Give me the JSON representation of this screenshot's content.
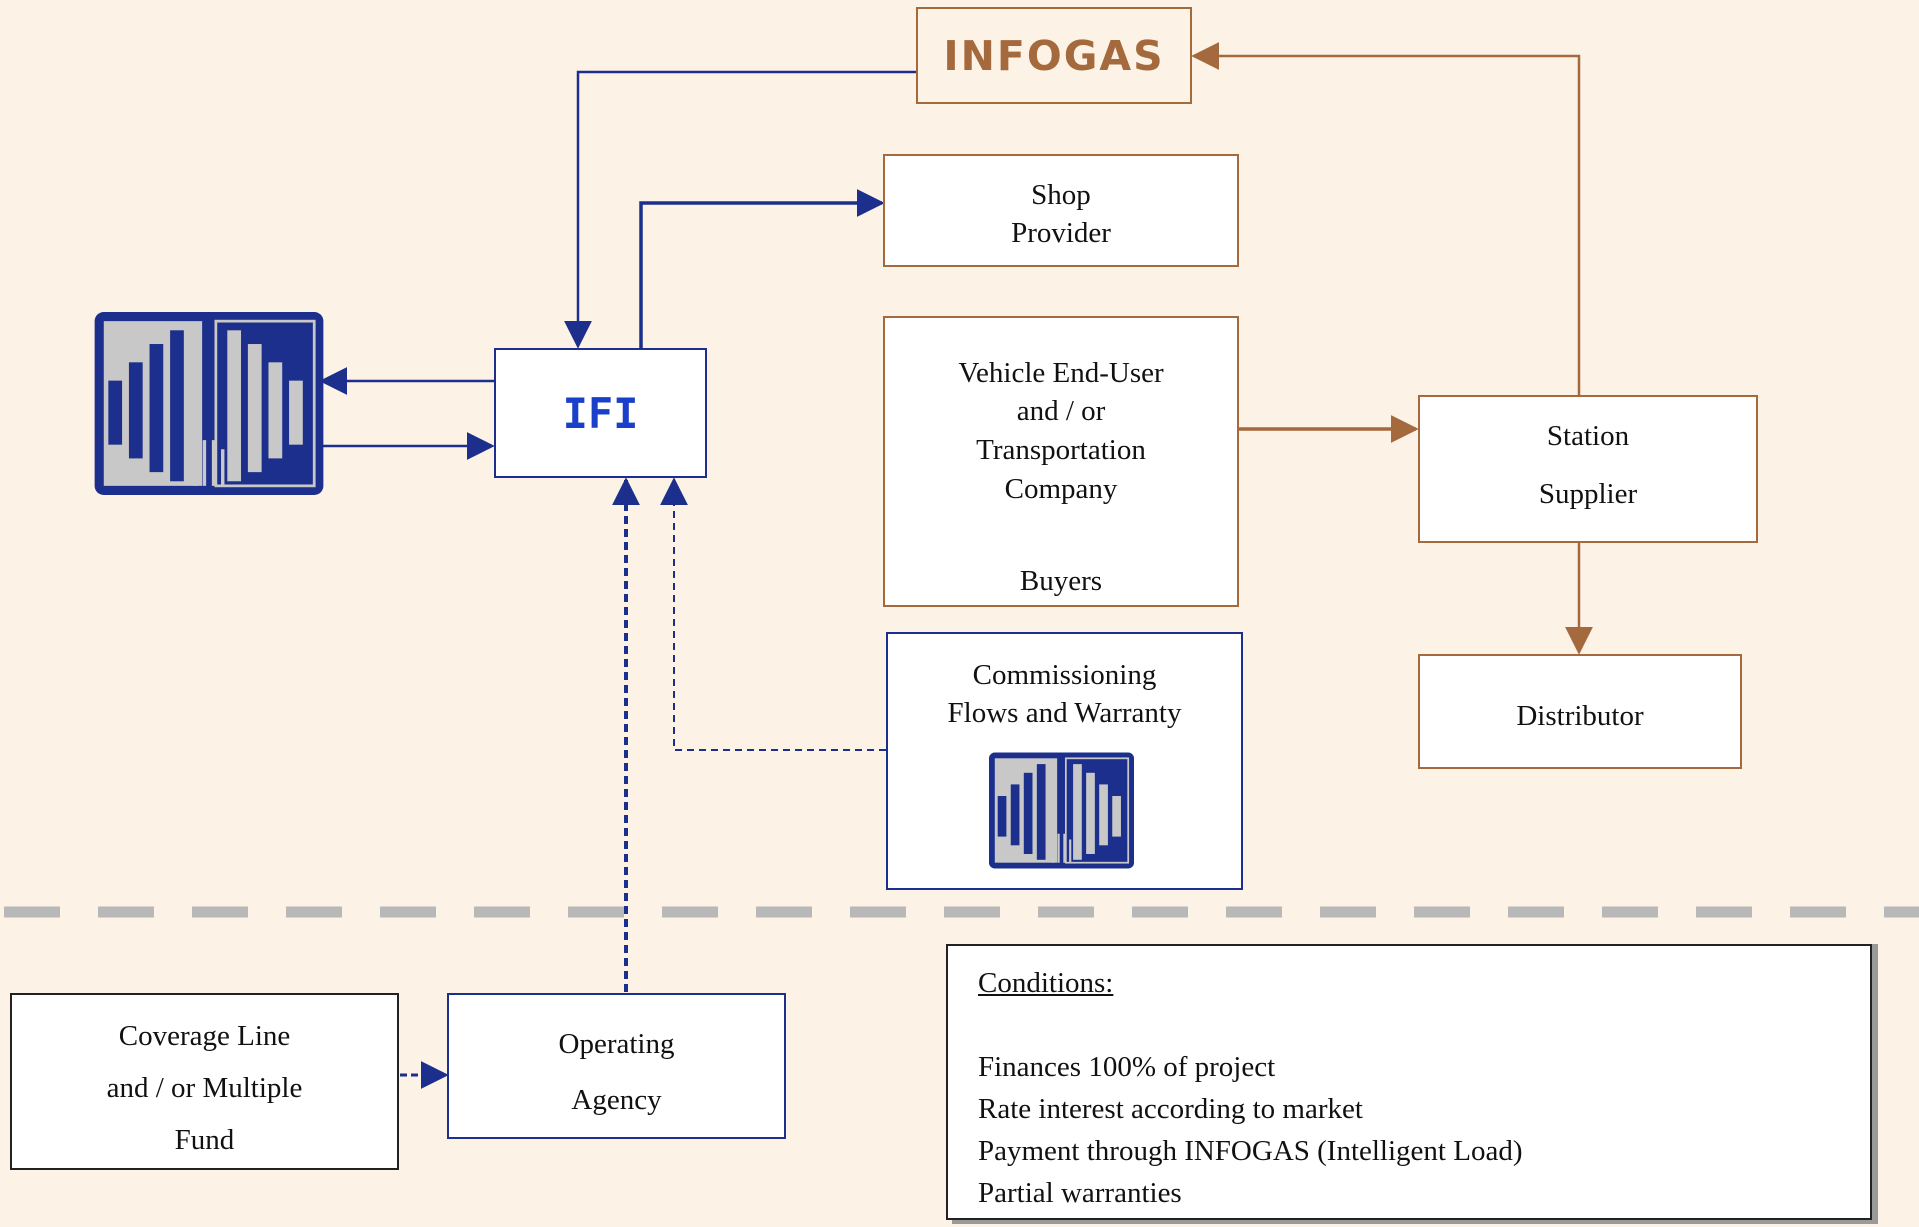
{
  "infogas": {
    "label": "INFOGAS"
  },
  "ifi": {
    "label": "IFI"
  },
  "shop_provider": {
    "line1": "Shop",
    "line2": "Provider"
  },
  "buyers": {
    "line1": "Vehicle End-User",
    "line2": "and / or",
    "line3": "Transportation",
    "line4": "Company",
    "line5": "Buyers"
  },
  "station_supplier": {
    "line1": "Station",
    "line2": "Supplier"
  },
  "distributor": {
    "label": "Distributor"
  },
  "commissioning": {
    "line1": "Commissioning",
    "line2": "Flows and Warranty"
  },
  "coverage_line": {
    "line1": "Coverage Line",
    "line2": "and / or Multiple",
    "line3": "Fund"
  },
  "operating_agency": {
    "line1": "Operating",
    "line2": "Agency"
  },
  "conditions": {
    "heading": "Conditions:",
    "items": [
      "Finances 100% of project",
      "Rate interest according to market",
      "Payment through INFOGAS (Intelligent Load)",
      "Partial warranties"
    ]
  },
  "colors": {
    "background": "#fdf2e6",
    "brown": "#a4693c",
    "navy": "#1c2f8c",
    "ifi_text": "#1a3fc8",
    "separator": "#b8b8b8"
  },
  "icons": [
    "bank-logo-icon"
  ]
}
